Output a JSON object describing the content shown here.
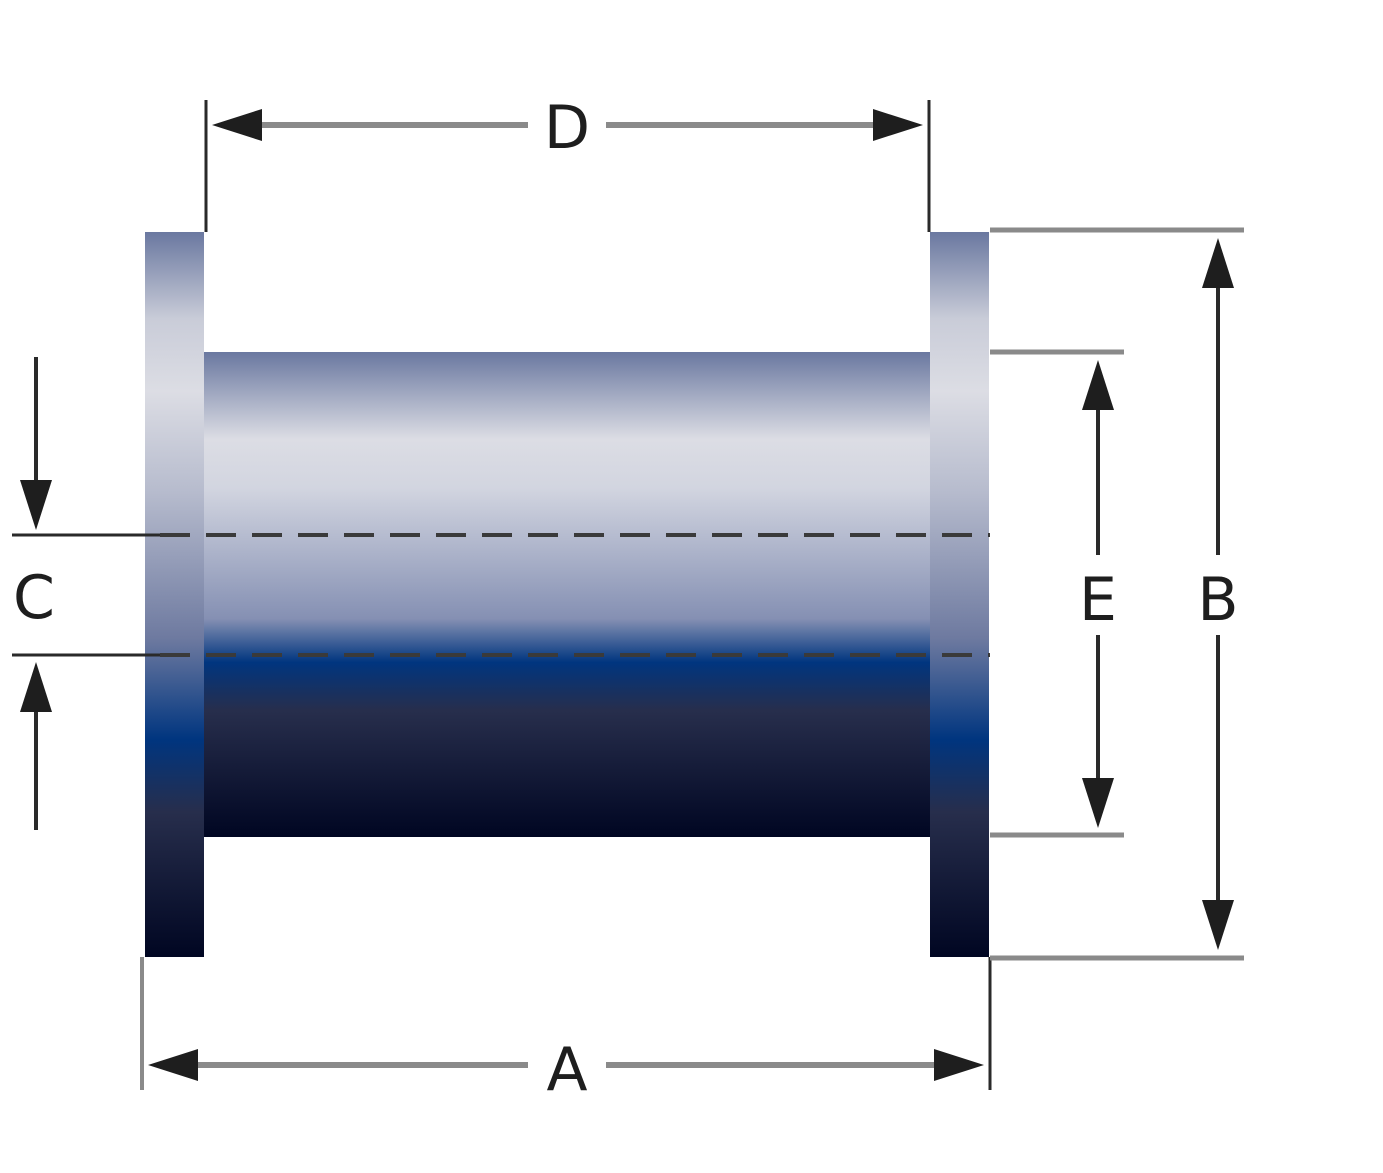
{
  "diagram": {
    "labels": {
      "a": "A",
      "b": "B",
      "c": "C",
      "d": "D",
      "e": "E"
    },
    "colors": {
      "dimension_line": "#8a8a8a",
      "extension_line": "#2a2a2a",
      "arrow": "#1e1e1e",
      "dashed_line": "#3a3a3a",
      "spool_top": "#6a78a0",
      "spool_highlight": "#dcdde4",
      "spool_mid": "#8590b3",
      "spool_band": "#00357f",
      "spool_dark": "#272e4c",
      "spool_bottom": "#000622"
    }
  }
}
